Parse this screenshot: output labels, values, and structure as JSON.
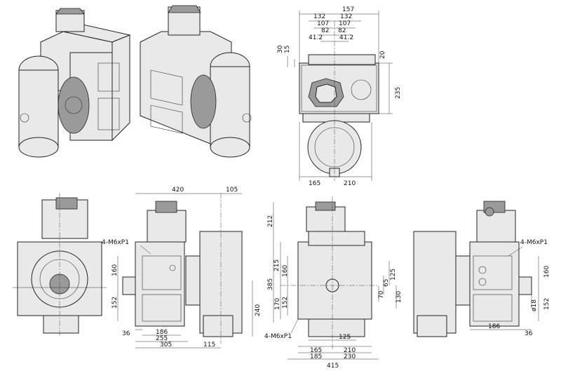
{
  "drawing": {
    "top_view": {
      "dims": [
        "157",
        "132",
        "132",
        "107",
        "107",
        "82",
        "82",
        "41.2",
        "41.2",
        "30",
        "15",
        "20",
        "235",
        "165",
        "210"
      ]
    },
    "side_left": {
      "dims": [
        "420",
        "105",
        "160",
        "152",
        "36",
        "186",
        "255",
        "305",
        "115",
        "240"
      ],
      "note": "4-M6xP1"
    },
    "front": {
      "dims": [
        "212",
        "385",
        "215",
        "160",
        "152",
        "170",
        "125",
        "65",
        "70",
        "130",
        "125",
        "165",
        "210",
        "185",
        "230",
        "415"
      ],
      "note": "4-M6xP1"
    },
    "side_right": {
      "dims": [
        "160",
        "152",
        "186",
        "36"
      ],
      "bore_label": "ø18",
      "note": "4-M6xP1"
    }
  }
}
